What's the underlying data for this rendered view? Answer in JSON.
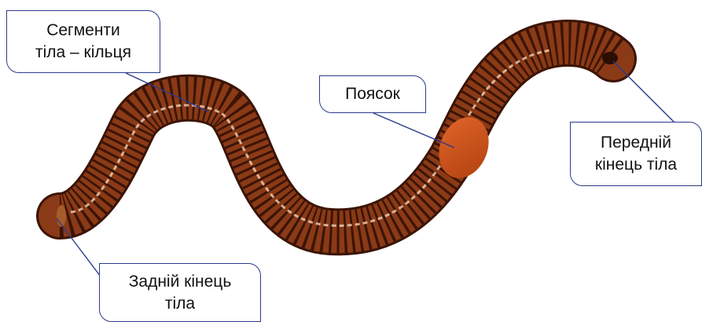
{
  "labels": {
    "segments": [
      "Сегменти",
      "тіла – кільця"
    ],
    "clitellum": [
      "Поясок"
    ],
    "front_end": [
      "Передній",
      "кінець тіла"
    ],
    "back_end": [
      "Задній кінець",
      "тіла"
    ]
  },
  "colors": {
    "worm_body": "#8a3a16",
    "worm_dark_ring": "#3b1406",
    "worm_highlight": "#f3d2b8",
    "clitellum": "#d9561f",
    "callout_border": "#2b3a8c",
    "leader_line": "#2b3a8c"
  }
}
